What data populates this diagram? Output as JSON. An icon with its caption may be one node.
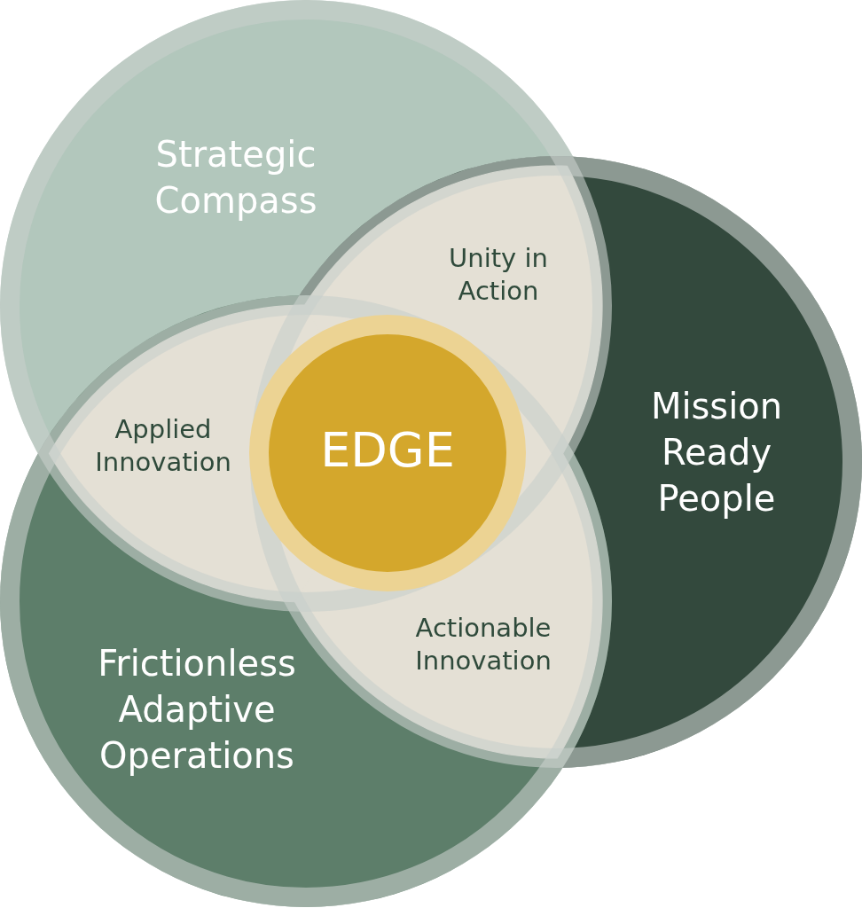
{
  "diagram": {
    "nodes": [
      {
        "text": [
          "Strategic Compass"
        ]
      },
      {
        "text": [
          "Unity in Action"
        ]
      },
      {
        "text": [
          "Mission Ready People"
        ]
      },
      {
        "text": [
          "Applied Innovation"
        ]
      },
      {
        "text": [
          "EDGE"
        ]
      },
      {
        "text": [
          "Actionable Innovation"
        ]
      },
      {
        "text": [
          "Frictionless Adaptive Operations"
        ]
      }
    ]
  }
}
